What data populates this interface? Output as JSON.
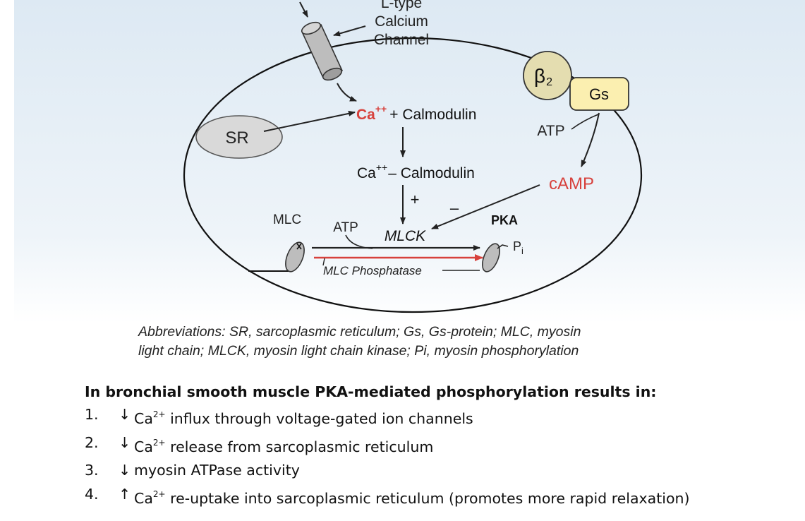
{
  "diagram": {
    "channel_label": [
      "L-type",
      "Calcium",
      "Channel"
    ],
    "beta2": "β",
    "beta2_sub": "2",
    "gs": "Gs",
    "atp_top": "ATP",
    "camp": "cAMP",
    "sr": "SR",
    "ca_ion": "Ca",
    "ca_ion_sup": "++",
    "plus_calmodulin": "+ Calmodulin",
    "complex_ca": "Ca",
    "complex_sup": "++",
    "complex_calmodulin": "– Calmodulin",
    "plus_sign": "+",
    "minus_sign": "–",
    "mlc": "MLC",
    "atp_bottom": "ATP",
    "mlck": "MLCK",
    "pka": "PKA",
    "pi": "P",
    "pi_sub": "i",
    "mlc_phosphatase": "MLC Phosphatase",
    "colors": {
      "red": "#d7413c",
      "beta_fill": "#e4ddb0",
      "gs_fill": "#fbefb0",
      "sr_fill": "#d9d9d9"
    }
  },
  "abbreviations": {
    "line1": "Abbreviations: SR, sarcoplasmic reticulum; Gs, Gs-protein; MLC, myosin",
    "line2": "light chain; MLCK, myosin light chain kinase; Pi, myosin phosphorylation"
  },
  "summary": {
    "title": "In bronchial smooth muscle PKA-mediated phosphorylation results in:",
    "items": [
      {
        "num": "1.",
        "arrow": "↓",
        "pre": "Ca",
        "sup": "2+",
        "text": " influx through voltage-gated ion channels"
      },
      {
        "num": "2.",
        "arrow": "↓",
        "pre": "Ca",
        "sup": "2+",
        "text": " release from sarcoplasmic reticulum"
      },
      {
        "num": "3.",
        "arrow": "↓",
        "pre": "",
        "sup": "",
        "text": "myosin ATPase activity"
      },
      {
        "num": "4.",
        "arrow": "↑",
        "pre": "Ca",
        "sup": "2+",
        "text": " re-uptake into sarcoplasmic reticulum (promotes more rapid relaxation)"
      }
    ]
  }
}
